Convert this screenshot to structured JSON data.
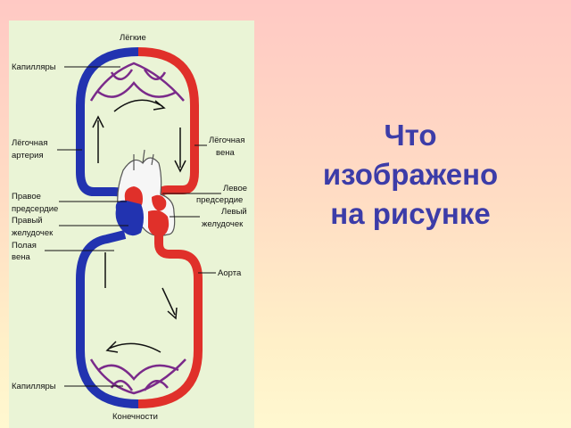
{
  "title_lines": [
    "Что",
    "изображено",
    "на рисунке"
  ],
  "colors": {
    "arterial": "#e0302a",
    "venous": "#2233b0",
    "panel": "#eaf4d6",
    "title": "#3c3ca8"
  },
  "labels": {
    "lungs": "Лёгкие",
    "capillaries_top": "Капилляры",
    "pulmonary_artery": [
      "Лёгочная",
      "артерия"
    ],
    "pulmonary_vein": [
      "Лёгочная",
      "вена"
    ],
    "right_atrium": [
      "Правое",
      "предсердие"
    ],
    "left_atrium": [
      "Левое",
      "предсердие"
    ],
    "right_ventricle": [
      "Правый",
      "желудочек"
    ],
    "left_ventricle": [
      "Левый",
      "желудочек"
    ],
    "vena_cava": [
      "Полая",
      "вена"
    ],
    "aorta": "Аорта",
    "capillaries_bottom": "Капилляры",
    "limbs": "Конечности"
  }
}
